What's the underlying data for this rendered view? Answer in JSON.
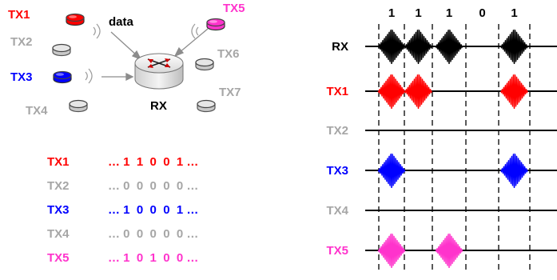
{
  "colors": {
    "tx1": "#ff0000",
    "gray": "#a6a6a6",
    "tx3": "#0000ff",
    "tx5": "#ff33cc",
    "rx": "#000000"
  },
  "network": {
    "data_label": "data",
    "rx_label": "RX",
    "nodes": [
      {
        "id": "tx1",
        "label": "TX1",
        "active": true
      },
      {
        "id": "tx2",
        "label": "TX2",
        "active": false
      },
      {
        "id": "tx3",
        "label": "TX3",
        "active": true
      },
      {
        "id": "tx4",
        "label": "TX4",
        "active": false
      },
      {
        "id": "tx5",
        "label": "TX5",
        "active": true
      },
      {
        "id": "tx6",
        "label": "TX6",
        "active": false
      },
      {
        "id": "tx7",
        "label": "TX7",
        "active": false
      }
    ],
    "router_icon": "router-icon",
    "signal_icon": "signal-waves-icon"
  },
  "bit_table": {
    "rows": [
      {
        "label": "TX1",
        "bits": "… 1  1  0  0  1 …"
      },
      {
        "label": "TX2",
        "bits": "… 0  0  0  0  0 …"
      },
      {
        "label": "TX3",
        "bits": "… 1  0  0  0  1 …"
      },
      {
        "label": "TX4",
        "bits": "… 0  0  0  0  0 …"
      },
      {
        "label": "TX5",
        "bits": "… 1  0  1  0  0 …"
      }
    ]
  },
  "timing": {
    "bits": [
      "1",
      "1",
      "1",
      "0",
      "1"
    ],
    "lanes": [
      {
        "label": "RX"
      },
      {
        "label": "TX1"
      },
      {
        "label": "TX2"
      },
      {
        "label": "TX3"
      },
      {
        "label": "TX4"
      },
      {
        "label": "TX5"
      }
    ]
  }
}
